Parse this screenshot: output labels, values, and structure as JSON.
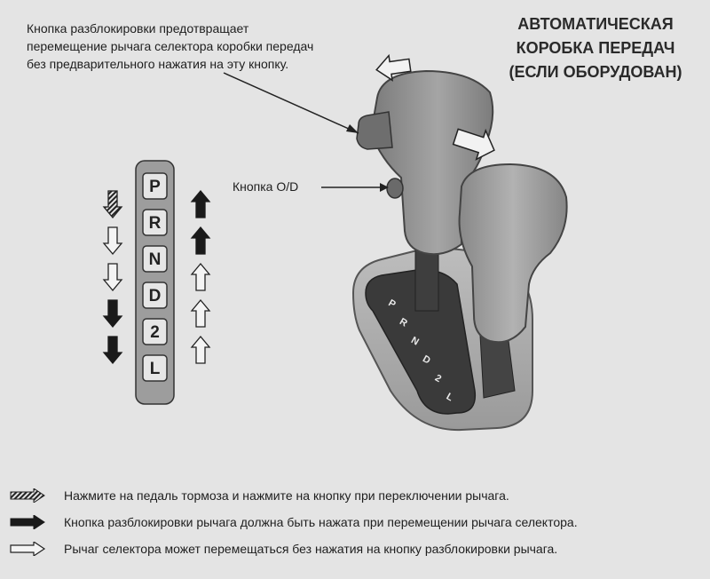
{
  "title": {
    "line1": "АВТОМАТИЧЕСКАЯ",
    "line2": "КОРОБКА ПЕРЕДАЧ",
    "line3": "(ЕСЛИ ОБОРУДОВАН)"
  },
  "callouts": {
    "unlock_button": {
      "line1": "Кнопка разблокировки предотвращает",
      "line2": "перемещение рычага селектора коробки передач",
      "line3": "без предварительного нажатия на эту кнопку."
    },
    "od_button": "Кнопка O/D"
  },
  "gear_strip": {
    "gears": [
      "P",
      "R",
      "N",
      "D",
      "2",
      "L"
    ],
    "left_arrows": [
      "hatched-down",
      "hollow-down",
      "hollow-down",
      "solid-down",
      "solid-down"
    ],
    "right_arrows": [
      "solid-up",
      "solid-up",
      "hollow-up",
      "hollow-up",
      "hollow-up"
    ]
  },
  "selector_gate_labels": [
    "P",
    "R",
    "N",
    "D",
    "2",
    "L"
  ],
  "legend": [
    {
      "icon": "hatched-arrow-icon",
      "text": "Нажмите на педаль тормоза и нажмите на кнопку при переключении рычага."
    },
    {
      "icon": "solid-arrow-icon",
      "text": "Кнопка разблокировки рычага должна быть нажата при перемещении рычага селектора."
    },
    {
      "icon": "hollow-arrow-icon",
      "text": "Рычаг селектора может перемещаться без нажатия на кнопку разблокировки рычага."
    }
  ],
  "colors": {
    "background": "#e4e4e4",
    "gear_strip": "#9d9d9d",
    "gear_key": "#e6e6e6",
    "arrow_solid": "#1a1a1a",
    "lever": "#8a8a8a",
    "knob": "#9a9a9a"
  }
}
